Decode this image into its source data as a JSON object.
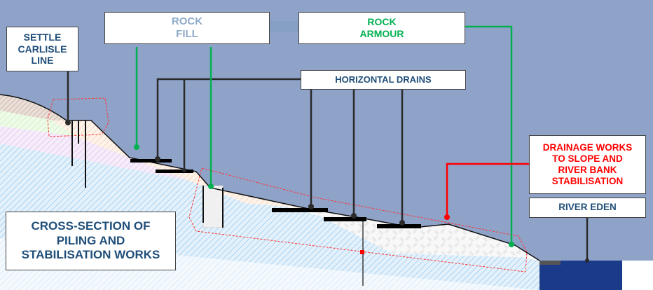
{
  "labels": {
    "settle_carlisle": "SETTLE\nCARLISLE\nLINE",
    "rock_fill": "ROCK\nFILL",
    "rock_armour": "ROCK\nARMOUR",
    "horizontal_drains": "HORIZONTAL DRAINS",
    "drainage_works": "DRAINAGE WORKS\nTO SLOPE AND\nRIVER BANK\nSTABILISATION",
    "river_eden": "RIVER EDEN",
    "title": "CROSS-SECTION OF\nPILING AND\nSTABILISATION WORKS"
  },
  "colors": {
    "sky": "#8fa3c9",
    "label_blue": "#1f4e79",
    "green": "#00b050",
    "red": "#ff0000",
    "river": "#1a3a8a"
  }
}
